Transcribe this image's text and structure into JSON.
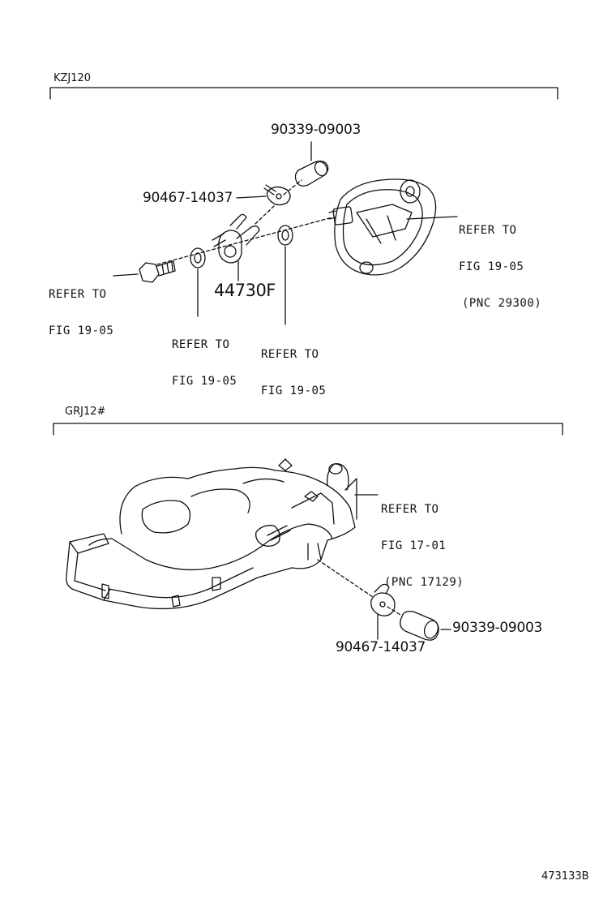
{
  "sections": [
    {
      "model": "KZJ120",
      "parts": [
        {
          "part_no": "90339-09003"
        },
        {
          "part_no": "90467-14037"
        },
        {
          "part_no": "44730F"
        }
      ],
      "refs": [
        {
          "line1": "REFER TO",
          "line2": "FIG 19-05",
          "line3": "(PNC 29300)"
        },
        {
          "line1": "REFER TO",
          "line2": "FIG 19-05"
        },
        {
          "line1": "REFER TO",
          "line2": "FIG 19-05"
        },
        {
          "line1": "REFER TO",
          "line2": "FIG 19-05"
        }
      ]
    },
    {
      "model": "GRJ12#",
      "parts": [
        {
          "part_no": "90339-09003"
        },
        {
          "part_no": "90467-14037"
        }
      ],
      "refs": [
        {
          "line1": "REFER TO",
          "line2": "FIG 17-01",
          "line3": "(PNC 17129)"
        }
      ]
    }
  ],
  "figure_id": "473133B"
}
